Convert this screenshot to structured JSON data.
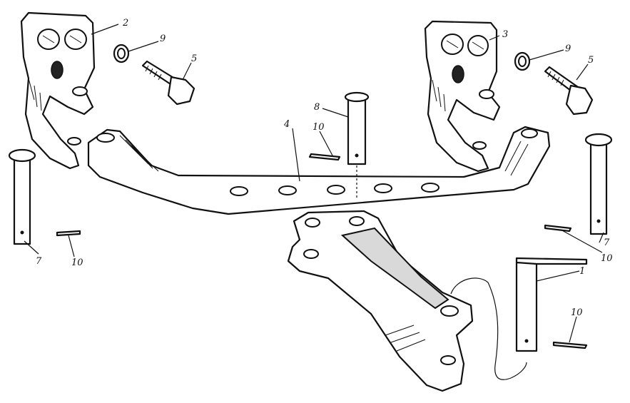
{
  "callouts": {
    "c1": "1",
    "c2": "2",
    "c3": "3",
    "c4": "4",
    "c5a": "5",
    "c5b": "5",
    "c7a": "7",
    "c7b": "7",
    "c8": "8",
    "c9a": "9",
    "c9b": "9",
    "c10a": "10",
    "c10b": "10",
    "c10c": "10",
    "c10d": "10"
  }
}
